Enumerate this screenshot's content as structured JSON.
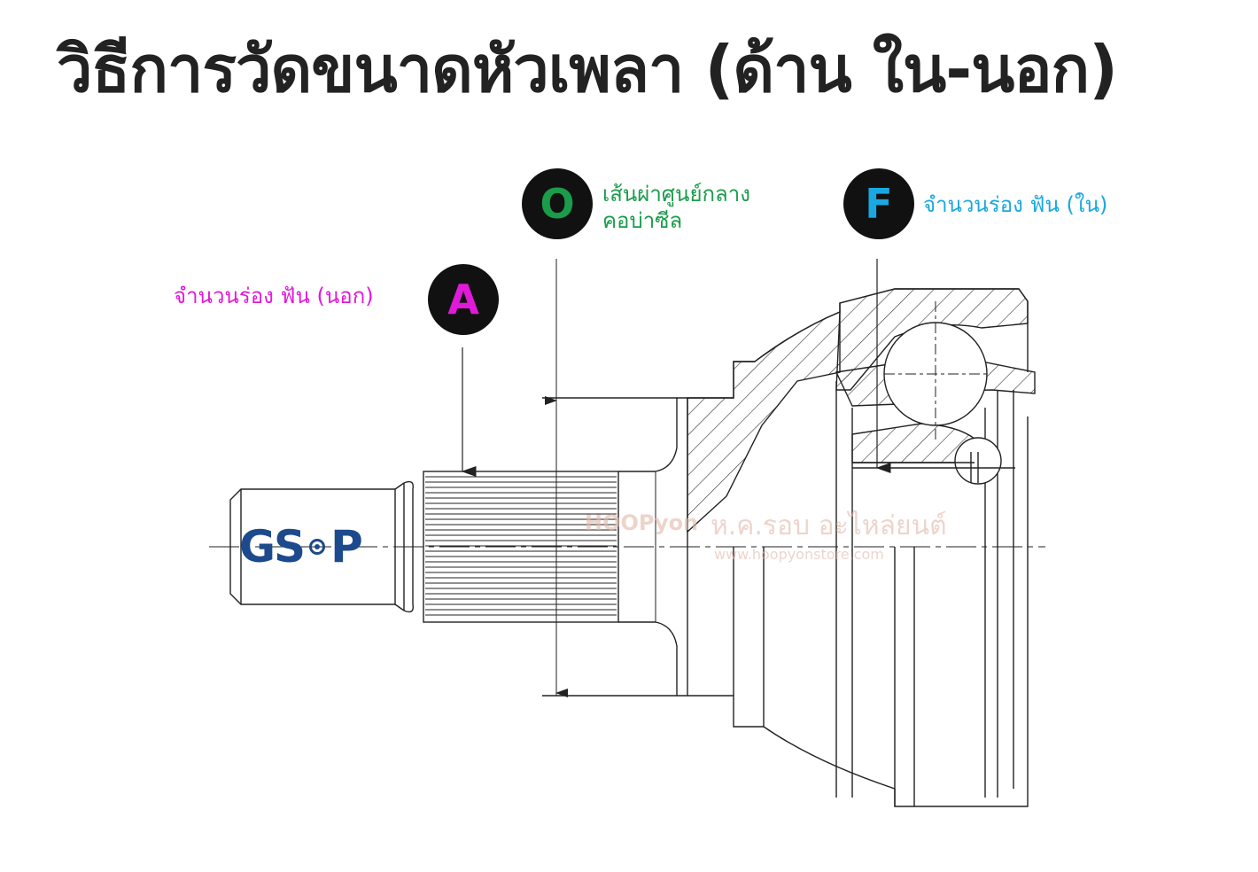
{
  "title": "วิธีการวัดขนาดหัวเพลา (ด้าน ใน-นอก)",
  "callouts": {
    "O": {
      "letter": "O",
      "text_line1": "เส้นผ่าศูนย์กลาง",
      "text_line2": "คอบ่าซีล",
      "color": "#1a9c4a"
    },
    "F": {
      "letter": "F",
      "text": "จำนวนร่อง ฟัน (ใน)",
      "color": "#1aa8e0"
    },
    "A": {
      "letter": "A",
      "text": "จำนวนร่อง ฟัน (นอก)",
      "color": "#e01ad9"
    }
  },
  "logo": {
    "left": "GS",
    "right": "P"
  },
  "watermark": {
    "brand": "HOOPyon",
    "shop": "ห.ค.รอบ อะไหล่ยนต์",
    "url": "www.hoopyonstore.com"
  },
  "colors": {
    "line": "#222222",
    "badge_bg": "#111111",
    "logo": "#1c4a8c"
  }
}
